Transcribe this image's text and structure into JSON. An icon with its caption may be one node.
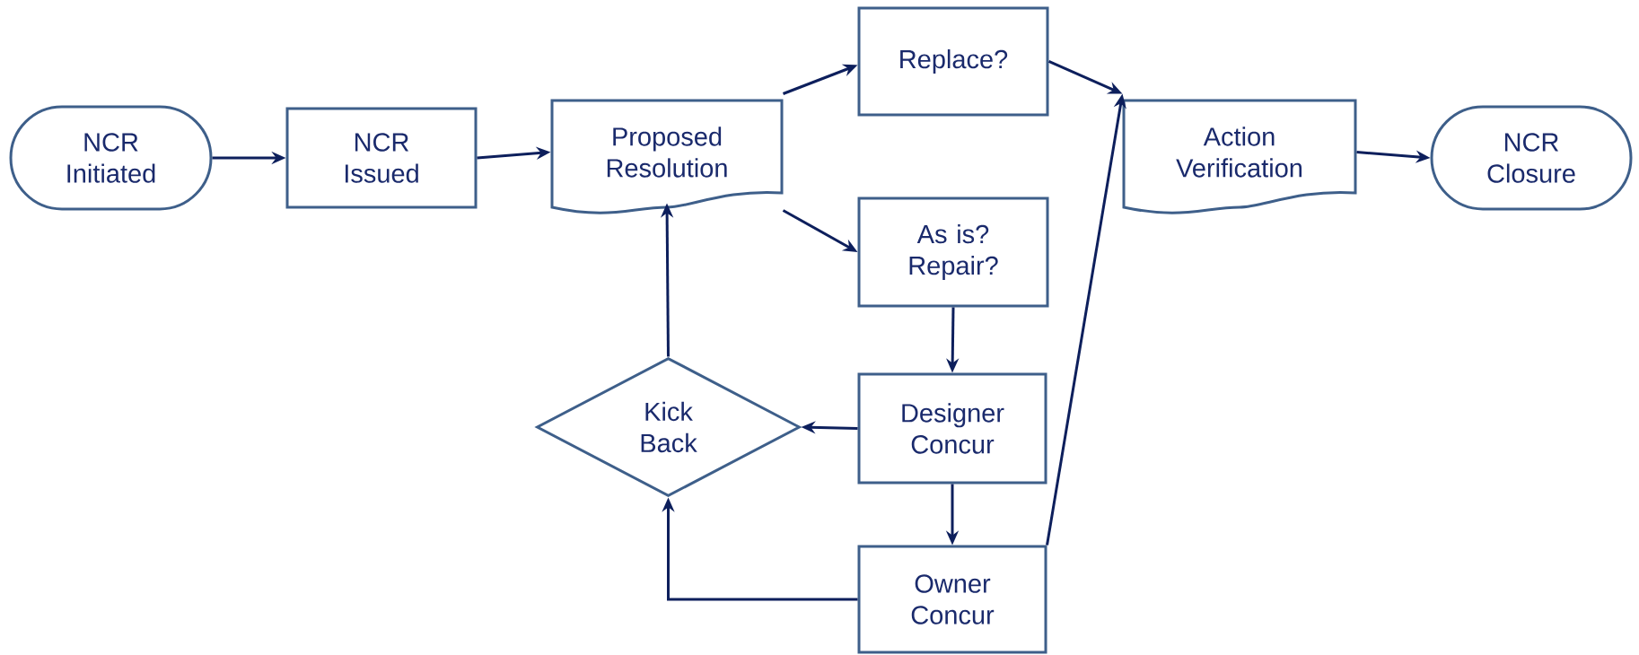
{
  "diagram": {
    "nodes": [
      {
        "text": [
          "NCR Initiated"
        ]
      },
      {
        "text": [
          "NCR Issued"
        ]
      },
      {
        "text": [
          "Proposed Resolution"
        ]
      },
      {
        "text": [
          "Replace?"
        ]
      },
      {
        "text": [
          "As is? Repair?"
        ]
      },
      {
        "text": [
          "Action Verification"
        ]
      },
      {
        "text": [
          "NCR Closure"
        ]
      },
      {
        "text": [
          "Kick Back"
        ]
      },
      {
        "text": [
          "Designer Concur"
        ]
      },
      {
        "text": [
          "Owner Concur"
        ]
      }
    ],
    "edges": [
      {
        "from": 0,
        "to": 1,
        "arrow": "to"
      },
      {
        "from": 1,
        "to": 2,
        "arrow": "to"
      },
      {
        "from": 2,
        "to": 3,
        "arrow": "to"
      },
      {
        "from": 2,
        "to": 4,
        "arrow": "to"
      },
      {
        "from": 3,
        "to": 5,
        "arrow": "to"
      },
      {
        "from": 5,
        "to": 6,
        "arrow": "to"
      },
      {
        "from": 4,
        "to": 8,
        "arrow": "to"
      },
      {
        "from": 8,
        "to": 7,
        "arrow": "to"
      },
      {
        "from": 8,
        "to": 9,
        "arrow": "to"
      },
      {
        "from": 9,
        "to": 7,
        "arrow": "to"
      },
      {
        "from": 9,
        "to": 5,
        "arrow": "to"
      },
      {
        "from": 7,
        "to": 2,
        "arrow": "to"
      }
    ]
  }
}
